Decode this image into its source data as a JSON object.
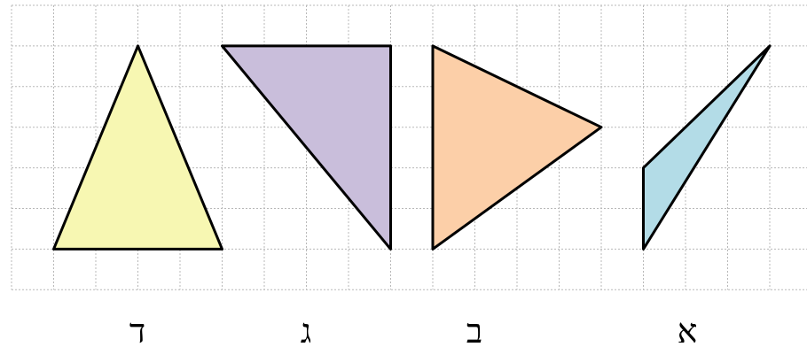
{
  "figure": {
    "grid": {
      "columns": 19,
      "rows": 7,
      "line_color": "#b8b8b8"
    },
    "shapes": [
      {
        "key": "dalet",
        "label": "ד",
        "fill": "#f7f7b2",
        "vertices": [
          [
            1,
            5
          ],
          [
            3,
            0
          ],
          [
            5,
            5
          ]
        ]
      },
      {
        "key": "gimel",
        "label": "ג",
        "fill": "#c9bedb",
        "vertices": [
          [
            5,
            0
          ],
          [
            9,
            0
          ],
          [
            9,
            5
          ]
        ]
      },
      {
        "key": "bet",
        "label": "ב",
        "fill": "#fccfa8",
        "vertices": [
          [
            10,
            0
          ],
          [
            14,
            2
          ],
          [
            10,
            5
          ]
        ]
      },
      {
        "key": "alef",
        "label": "א",
        "fill": "#b3dce7",
        "vertices": [
          [
            15,
            3
          ],
          [
            18,
            0
          ],
          [
            15,
            5
          ]
        ]
      }
    ]
  }
}
